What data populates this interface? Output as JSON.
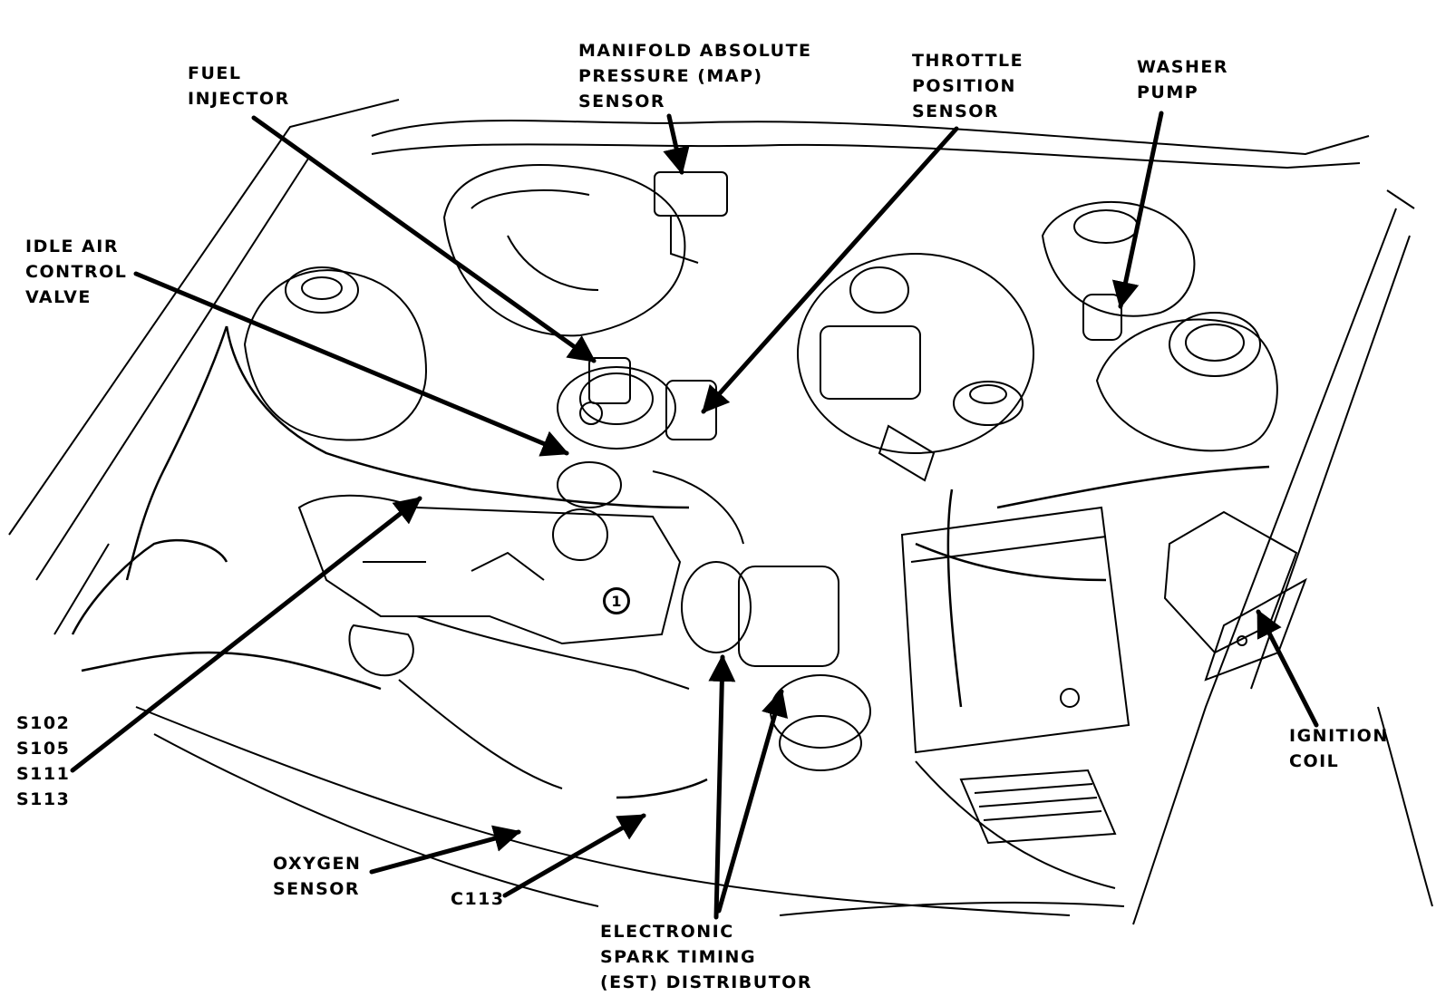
{
  "colors": {
    "ink": "#000000",
    "paper": "#ffffff"
  },
  "labels": {
    "fuel_injector": [
      "FUEL",
      "INJECTOR"
    ],
    "map_sensor": [
      "MANIFOLD ABSOLUTE",
      "PRESSURE (MAP)",
      "SENSOR"
    ],
    "throttle_position_sensor": [
      "THROTTLE",
      "POSITION",
      "SENSOR"
    ],
    "washer_pump": [
      "WASHER",
      "PUMP"
    ],
    "idle_air_control_valve": [
      "IDLE AIR",
      "CONTROL",
      "VALVE"
    ],
    "splices": [
      "S102",
      "S105",
      "S111",
      "S113"
    ],
    "oxygen_sensor": [
      "OXYGEN",
      "SENSOR"
    ],
    "connector_c113": [
      "C113"
    ],
    "est_distributor": [
      "ELECTRONIC",
      "SPARK TIMING",
      "(EST) DISTRIBUTOR"
    ],
    "ignition_coil": [
      "IGNITION",
      "COIL"
    ]
  },
  "marks": {
    "circled_number": "1"
  }
}
